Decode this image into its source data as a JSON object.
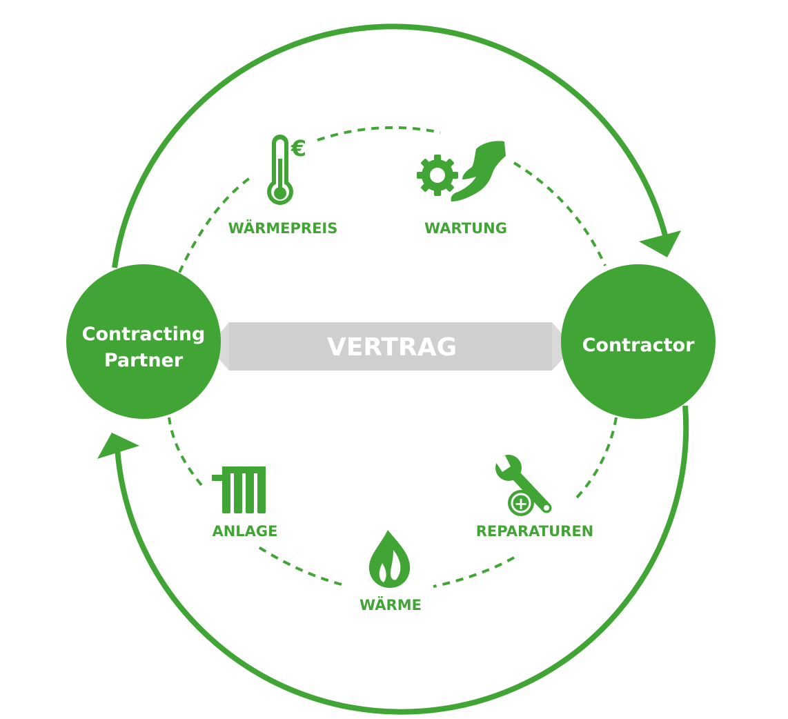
{
  "nodes": {
    "left": {
      "line1": "Contracting",
      "line2": "Partner"
    },
    "right": {
      "label": "Contractor"
    }
  },
  "contract": {
    "label": "VERTRAG"
  },
  "items": {
    "waermepreis": {
      "label": "WÄRMEPREIS",
      "icon": "thermometer-euro-icon"
    },
    "wartung": {
      "label": "WARTUNG",
      "icon": "gear-hand-icon"
    },
    "anlage": {
      "label": "ANLAGE",
      "icon": "radiator-icon"
    },
    "waerme": {
      "label": "WÄRME",
      "icon": "flame-icon"
    },
    "reparaturen": {
      "label": "REPARATUREN",
      "icon": "wrench-plus-icon"
    }
  },
  "icon_glyphs": {
    "euro": "€",
    "plus": "+"
  },
  "colors": {
    "green": "#41a535",
    "grey": "#cfcfcf",
    "white": "#ffffff"
  }
}
